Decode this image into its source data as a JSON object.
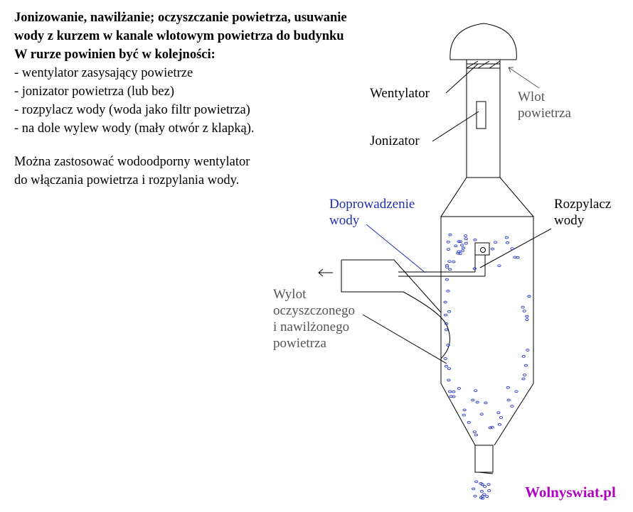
{
  "description": {
    "bold_lines": [
      "Jonizowanie, nawilżanie; oczyszczanie powietrza, usuwanie",
      "wody z kurzem w kanale wlotowym powietrza do budynku",
      "W rurze powinien być w kolejności:"
    ],
    "list_items": [
      "- wentylator zasysający powietrze",
      "- jonizator powietrza (lub bez)",
      "- rozpylacz wody (woda jako filtr powietrza)",
      "- na dole wylew wody (mały otwór z klapką)."
    ],
    "note_lines": [
      "Można zastosować wodoodporny wentylator",
      "do włączania powietrza i rozpylania wody."
    ]
  },
  "labels": {
    "wentylator": "Wentylator",
    "jonizator": "Jonizator",
    "wlot": [
      "Wlot",
      "powietrza"
    ],
    "doprowadzenie": [
      "Doprowadzenie",
      "wody"
    ],
    "rozpylacz": [
      "Rozpylacz",
      "wody"
    ],
    "wylot": [
      "Wylot",
      "oczyszczonego",
      "i nawilżonego",
      "powietrza"
    ]
  },
  "brand": "Wolnyswiat.pl",
  "colors": {
    "text": "#000000",
    "label_gray": "#555555",
    "label_blue": "#1f2fb0",
    "droplet": "#2233cc",
    "brand": "#b000c0"
  }
}
